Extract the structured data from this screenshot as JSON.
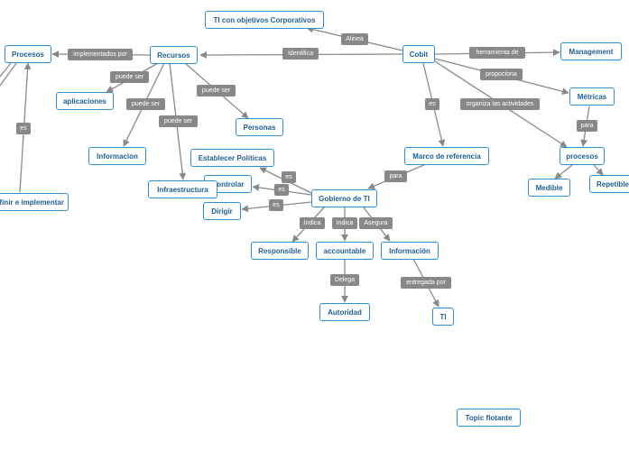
{
  "nodes": {
    "ti_objetivos": "TI con objetivos Corporativos",
    "cobit": "Cobit",
    "management": "Management",
    "procesos_left": "Procesos",
    "recursos": "Recursos",
    "aplicaciones": "aplicaciones",
    "metricas": "Métricas",
    "procesos_right": "procesos",
    "medible": "Medible",
    "repetible": "Repetible",
    "informacion_left": "Informacion",
    "personas": "Personas",
    "marco": "Marco de referencia",
    "establecer": "Establecer Políticas",
    "controlar": "Controlar",
    "infraestructura": "Infraestructura",
    "dirigir": "Dirigir",
    "gobierno": "Gobierno de TI",
    "definir": "Definir e implementar",
    "responsible": "Responsible",
    "accountable": "accountable",
    "informacion": "Información",
    "autoridad": "Autoridad",
    "ti": "TI",
    "topic": "Topic flotante"
  },
  "labels": {
    "alinea": "Alinea",
    "identifica": "Identifica",
    "herramienta": "herramienta de",
    "implementados": "implementados por",
    "puede_ser_1": "puede ser",
    "puede_ser_2": "puede ser",
    "puede_ser_3": "puede ser",
    "puede_ser_4": "puede ser",
    "proporciona": "propociona",
    "organiza": "organiza las actividades",
    "es_cobit": "es",
    "para_metricas": "para",
    "es_procesos": "es",
    "para_marco": "para",
    "es_1": "es",
    "es_2": "es",
    "es_3": "es",
    "indica_1": "Indica",
    "indica_2": "Indica",
    "asegura": "Asegura",
    "delega": "Delega",
    "entregada": "entregada por"
  }
}
